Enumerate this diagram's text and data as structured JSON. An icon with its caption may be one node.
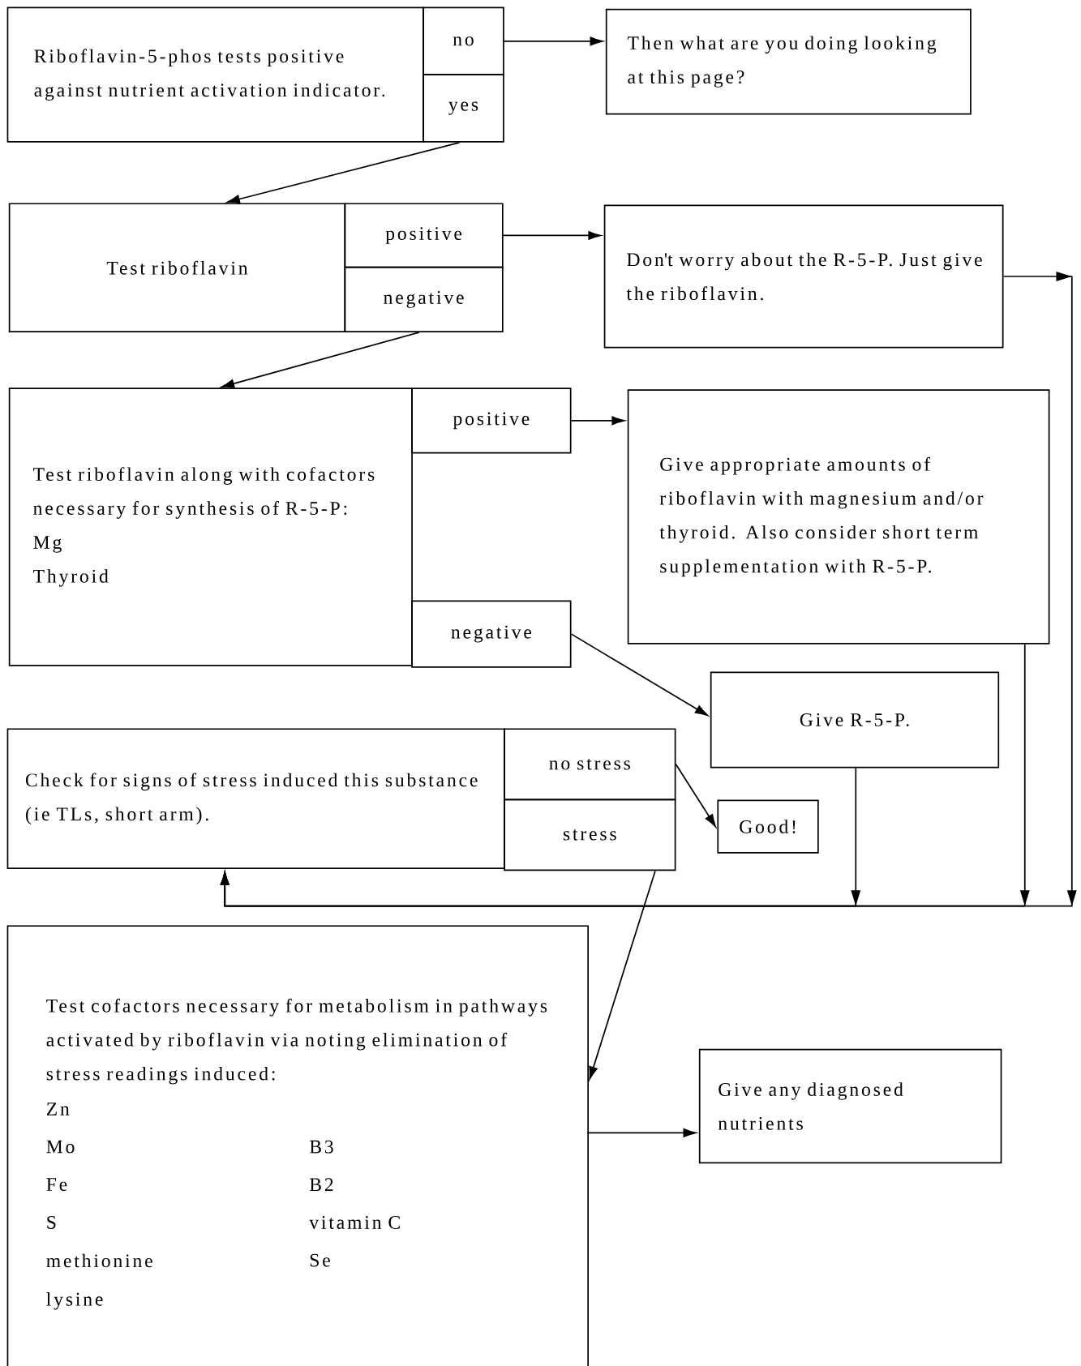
{
  "diagram": {
    "nodes": [
      {
        "text": [
          "Riboflavin-5-phos tests positive against nutrient activation indicator."
        ]
      },
      {
        "text": [
          "no"
        ]
      },
      {
        "text": [
          "yes"
        ]
      },
      {
        "text": [
          "Then what are you doing looking at this page?"
        ]
      },
      {
        "text": [
          "Test riboflavin"
        ]
      },
      {
        "text": [
          "positive"
        ]
      },
      {
        "text": [
          "negative"
        ]
      },
      {
        "text": [
          "Don't worry about the R-5-P. Just give the riboflavin."
        ]
      },
      {
        "text": [
          "Test riboflavin along with cofactors necessary for synthesis of R-5-P:",
          "Mg",
          "Thyroid"
        ]
      },
      {
        "text": [
          "positive"
        ]
      },
      {
        "text": [
          "negative"
        ]
      },
      {
        "text": [
          "Give appropriate amounts of riboflavin with magnesium and/or thyroid. Also consider short term supplementation with R-5-P."
        ]
      },
      {
        "text": [
          "Give R-5-P."
        ]
      },
      {
        "text": [
          "Check for signs of stress induced this substance (ie TLs, short arm)."
        ]
      },
      {
        "text": [
          "no stress"
        ]
      },
      {
        "text": [
          "stress"
        ]
      },
      {
        "text": [
          "Good!"
        ]
      },
      {
        "text": [
          "Test cofactors necessary for metabolism in pathways activated by riboflavin via noting elimination of stress readings induced:",
          "Zn",
          "Mo",
          "B3",
          "Fe",
          "B2",
          "S",
          "vitamin C",
          "methionine",
          "Se",
          "lysine"
        ]
      },
      {
        "text": [
          "Give any diagnosed nutrients"
        ]
      }
    ],
    "edges": [
      {
        "from": 1,
        "to": 3,
        "arrow": "to"
      },
      {
        "from": 2,
        "to": 4,
        "arrow": "to"
      },
      {
        "from": 5,
        "to": 7,
        "arrow": "to"
      },
      {
        "from": 6,
        "to": 8,
        "arrow": "to"
      },
      {
        "from": 9,
        "to": 11,
        "arrow": "to"
      },
      {
        "from": 10,
        "to": 12,
        "arrow": "to"
      },
      {
        "from": 14,
        "to": 16,
        "arrow": "to"
      },
      {
        "from": 15,
        "to": 17,
        "arrow": "to"
      },
      {
        "from": 17,
        "to": 18,
        "arrow": "to"
      },
      {
        "from": 7,
        "to": 13,
        "arrow": "to"
      },
      {
        "from": 11,
        "to": 13,
        "arrow": "to"
      },
      {
        "from": 12,
        "to": 13,
        "arrow": "to"
      }
    ]
  }
}
